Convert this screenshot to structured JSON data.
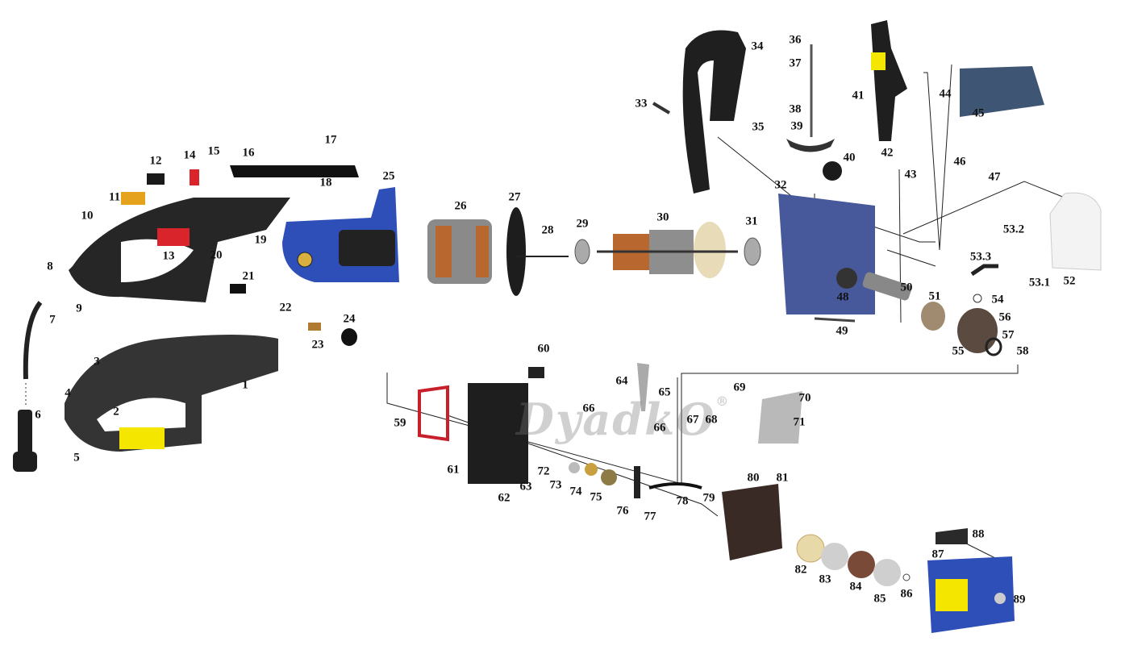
{
  "diagram_title": "",
  "watermark": "DyadkO",
  "watermark_mark": "®",
  "labels": [
    "1",
    "2",
    "3",
    "4",
    "5",
    "6",
    "7",
    "8",
    "9",
    "10",
    "11",
    "12",
    "13",
    "14",
    "15",
    "16",
    "17",
    "18",
    "19",
    "20",
    "21",
    "22",
    "23",
    "24",
    "25",
    "26",
    "27",
    "28",
    "29",
    "30",
    "31",
    "32",
    "33",
    "34",
    "35",
    "36",
    "37",
    "38",
    "39",
    "40",
    "41",
    "42",
    "43",
    "44",
    "45",
    "46",
    "47",
    "48",
    "49",
    "50",
    "51",
    "52",
    "53.1",
    "53.2",
    "53.3",
    "54",
    "55",
    "56",
    "57",
    "58",
    "59",
    "60",
    "61",
    "62",
    "63",
    "64",
    "65",
    "66",
    "66",
    "67",
    "68",
    "69",
    "70",
    "71",
    "72",
    "73",
    "74",
    "75",
    "76",
    "77",
    "78",
    "79",
    "80",
    "81",
    "82",
    "83",
    "84",
    "85",
    "86",
    "87",
    "88",
    "89"
  ],
  "colors": {
    "blue": "#2f4fb8",
    "dark": "#2a2a2a",
    "red": "#c8202a",
    "yellow": "#f5e600",
    "copper": "#b8672e",
    "silver": "#b9b9b9",
    "brown": "#3a2a25"
  }
}
